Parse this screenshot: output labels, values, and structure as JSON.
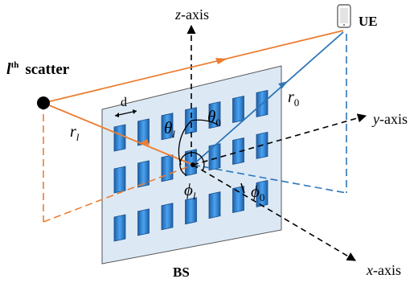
{
  "labels": {
    "z_axis_var": "z",
    "z_axis_suffix": "-axis",
    "y_axis_var": "y",
    "y_axis_suffix": "-axis",
    "x_axis_var": "x",
    "x_axis_suffix": "-axis",
    "scatter_l": "l",
    "scatter_sup": "th",
    "scatter_word": "scatter",
    "ue": "UE",
    "bs": "BS",
    "d": "d",
    "r_l": "r",
    "r_l_sub": "l",
    "r_0": "r",
    "r_0_sub": "0",
    "theta_l": "θ",
    "theta_l_sub": "l",
    "theta_0": "θ",
    "theta_0_sub": "0",
    "phi_l": "ϕ",
    "phi_l_sub": "l",
    "phi_0": "ϕ",
    "phi_0_sub": "0"
  },
  "colors": {
    "scatter_path": "#ed7d31",
    "ue_path": "#2e75b6",
    "panel_fill": "#dce9f5",
    "antenna_fill": "#2e86de",
    "axis": "#000000"
  },
  "antenna_grid": {
    "rows": 3,
    "cols": 7
  }
}
